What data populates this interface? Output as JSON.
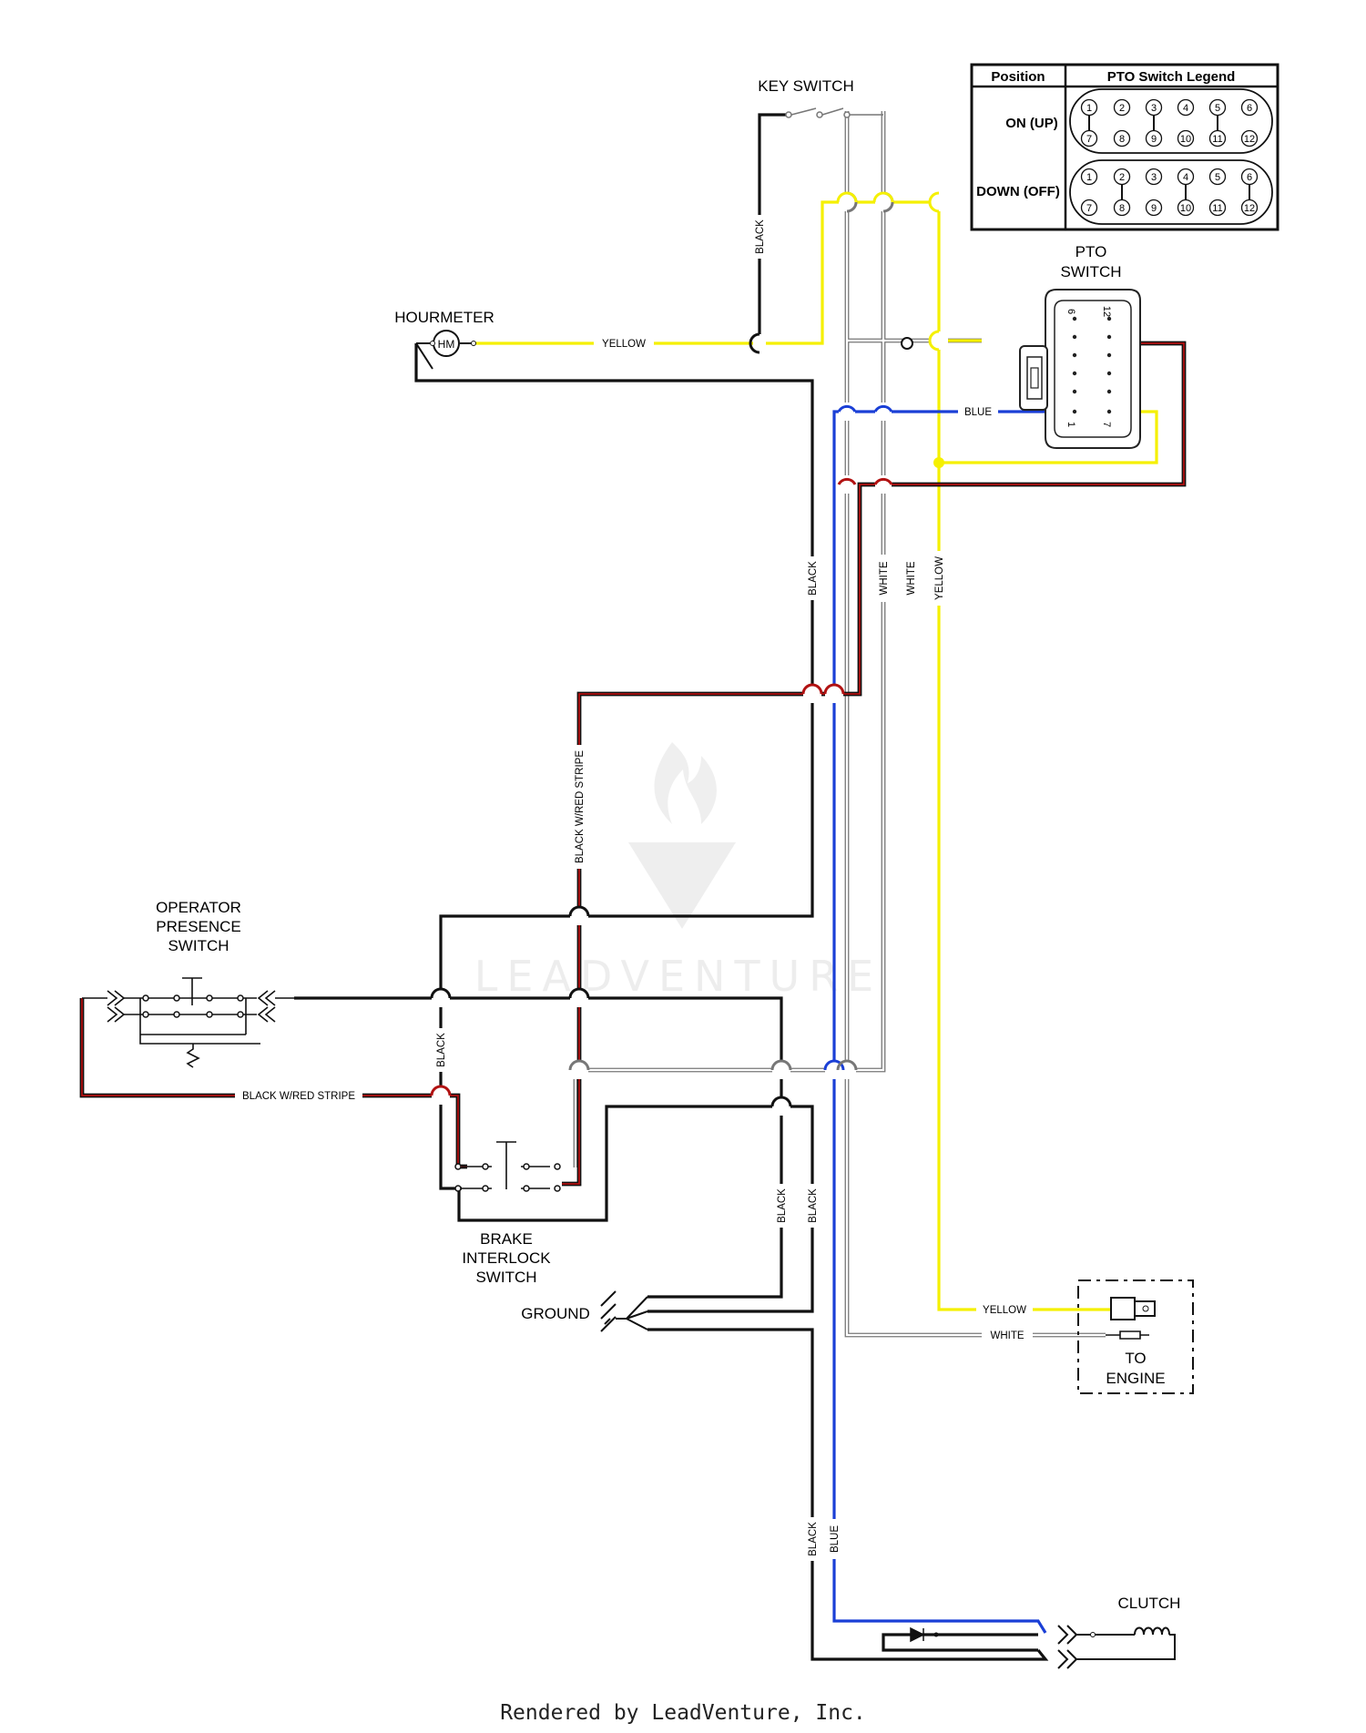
{
  "labels": {
    "key_switch": "KEY SWITCH",
    "hourmeter": "HOURMETER",
    "hourmeter_symbol": "HM",
    "pto_switch_line1": "PTO",
    "pto_switch_line2": "SWITCH",
    "operator_line1": "OPERATOR",
    "operator_line2": "PRESENCE",
    "operator_line3": "SWITCH",
    "brake_line1": "BRAKE",
    "brake_line2": "INTERLOCK",
    "brake_line3": "SWITCH",
    "ground": "GROUND",
    "to_engine_line1": "TO",
    "to_engine_line2": "ENGINE",
    "clutch": "CLUTCH"
  },
  "wires": {
    "black": "BLACK",
    "yellow": "YELLOW",
    "blue": "BLUE",
    "white": "WHITE",
    "black_red_stripe": "BLACK W/RED STRIPE"
  },
  "pto_connector_pins": {
    "top_left": "6",
    "top_right": "12",
    "bottom_left": "1",
    "bottom_right": "7"
  },
  "legend": {
    "header_position": "Position",
    "header_title": "PTO Switch Legend",
    "rows": [
      {
        "position": "ON (UP)",
        "top_pins": [
          "1",
          "2",
          "3",
          "4",
          "5",
          "6"
        ],
        "bottom_pins": [
          "7",
          "8",
          "9",
          "10",
          "11",
          "12"
        ]
      },
      {
        "position": "DOWN (OFF)",
        "top_pins": [
          "1",
          "2",
          "3",
          "4",
          "5",
          "6"
        ],
        "bottom_pins": [
          "7",
          "8",
          "9",
          "10",
          "11",
          "12"
        ]
      }
    ]
  },
  "watermark": "LEADVENTURE",
  "footer": "Rendered by LeadVenture, Inc.",
  "colors": {
    "black_wire": "#111111",
    "yellow_wire": "#f5f000",
    "blue_wire": "#1a3fd6",
    "red_stripe": "#b11111",
    "white_wire_outline": "#777777"
  }
}
